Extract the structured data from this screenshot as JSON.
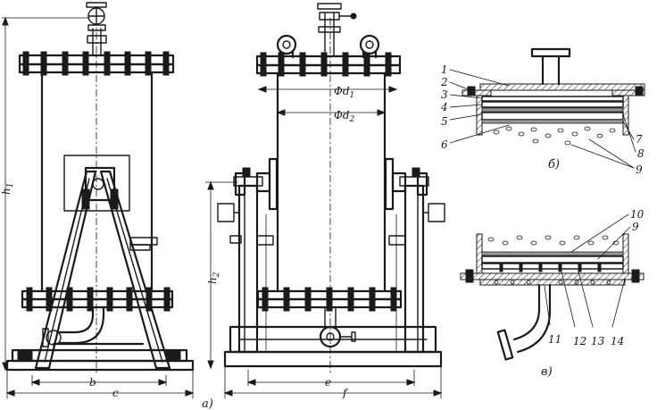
{
  "view_a": {
    "caption": "а)",
    "dim_h1": "h",
    "dim_h1_sub": "1",
    "dim_h2": "h",
    "dim_h2_sub": "2",
    "dim_b": "b",
    "dim_c": "c",
    "dim_e": "e",
    "dim_f": "f",
    "dim_d1": "Φd",
    "dim_d1_sub": "1",
    "dim_d2": "Φd",
    "dim_d2_sub": "2"
  },
  "view_b": {
    "caption": "б)",
    "callouts": [
      "1",
      "2",
      "3",
      "4",
      "5",
      "6",
      "7",
      "8",
      "9"
    ]
  },
  "view_c": {
    "caption": "в)",
    "callouts": [
      "9",
      "10",
      "11",
      "12",
      "13",
      "14"
    ]
  }
}
